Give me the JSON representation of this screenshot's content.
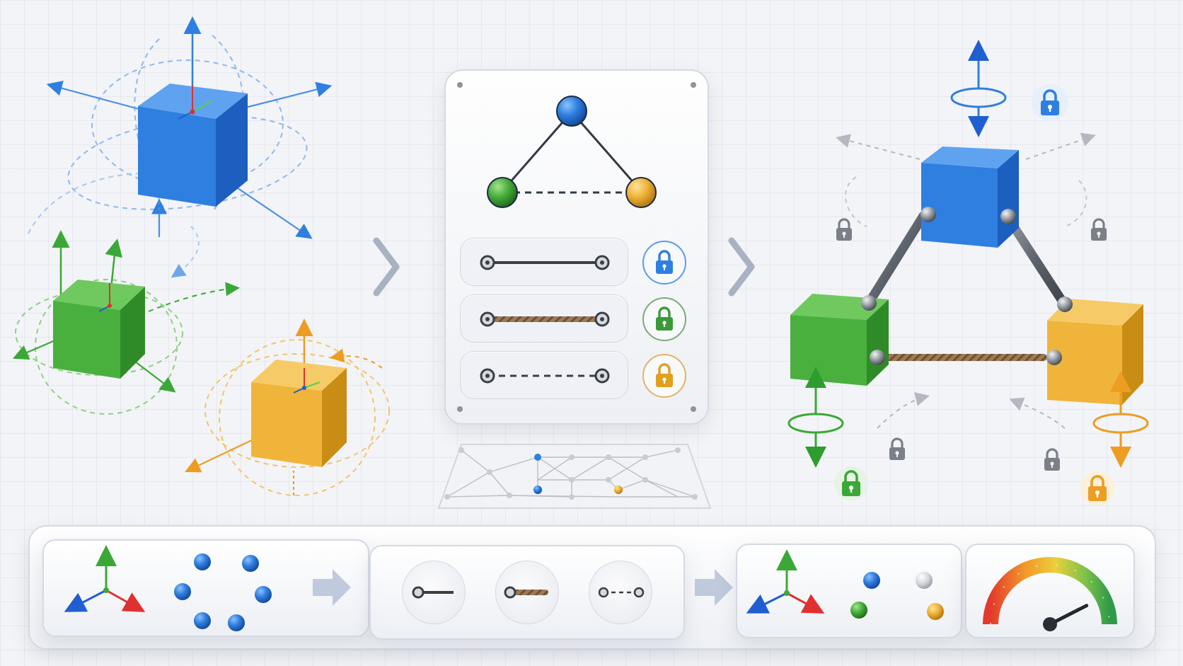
{
  "colors": {
    "blue": "#2f7fe0",
    "green": "#49b03e",
    "yellow": "#f0b43a",
    "rope": "#8b6a4a",
    "rod": "#555a63",
    "lock_gray": "#7b7f87",
    "gauge_red": "#e04a35",
    "gauge_green": "#3aa04e"
  },
  "icons": {
    "flow_arrow": "chevron-right-icon",
    "lock": "padlock-icon",
    "axes": "xyz-axes-icon",
    "gauge": "gauge-icon"
  },
  "constraint_types": [
    {
      "type": "rigid-rod",
      "lock_color": "blue"
    },
    {
      "type": "rope",
      "lock_color": "green"
    },
    {
      "type": "dashed-link",
      "lock_color": "yellow"
    }
  ],
  "gauge": {
    "level": 0.85
  }
}
